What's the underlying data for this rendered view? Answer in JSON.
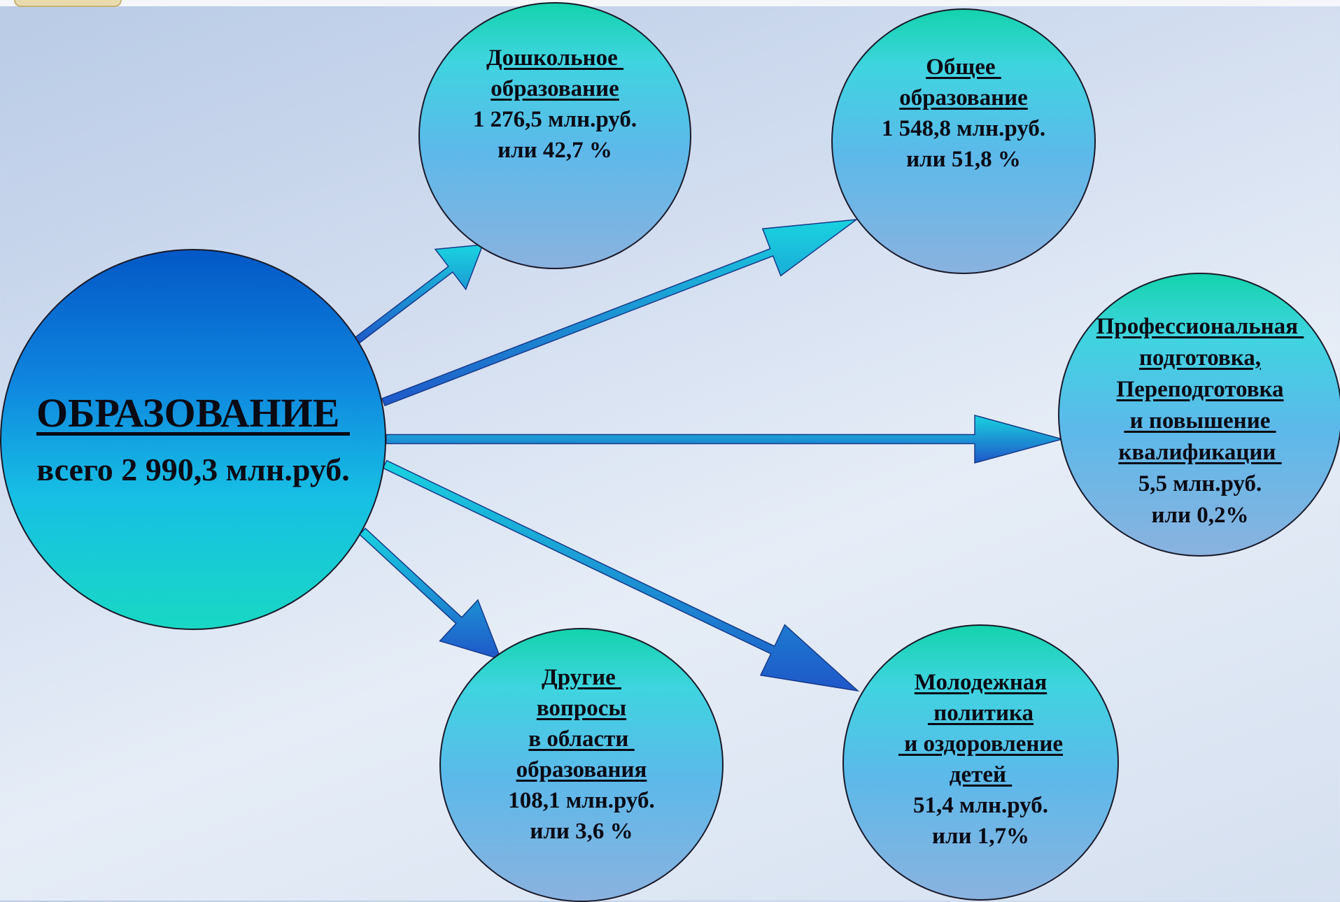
{
  "center": {
    "title": "ОБРАЗОВАНИЕ ",
    "total": "всего 2 990,3 млн.руб."
  },
  "nodes": [
    {
      "id": "preschool",
      "label_lines": [
        "Дошкольное ",
        "образование"
      ],
      "amount": "1 276,5 млн.руб.",
      "share": "или 42,7 %"
    },
    {
      "id": "general",
      "label_lines": [
        "Общее ",
        "образование"
      ],
      "amount": "1 548,8 млн.руб.",
      "share": "или 51,8 %"
    },
    {
      "id": "professional",
      "label_lines": [
        "Профессиональная ",
        "подготовка,",
        "Переподготовка",
        " и повышение ",
        "квалификации "
      ],
      "amount": "5,5 млн.руб.",
      "share": "или 0,2%"
    },
    {
      "id": "other",
      "label_lines": [
        "Другие ",
        "вопросы",
        "в области ",
        "образования"
      ],
      "amount": "108,1 млн.руб.",
      "share": "или 3,6 %"
    },
    {
      "id": "youth",
      "label_lines": [
        "Молодежная",
        " политика",
        " и оздоровление",
        "детей "
      ],
      "amount": "51,4 млн.руб.",
      "share": "или 1,7%"
    }
  ],
  "colors": {
    "center_top": "#0358c6",
    "center_bottom": "#18d8c4",
    "node_top": "#14d3ad",
    "node_bottom": "#8ab2df",
    "arrow_light": "#19d3df",
    "arrow_dark": "#1f57c9"
  }
}
